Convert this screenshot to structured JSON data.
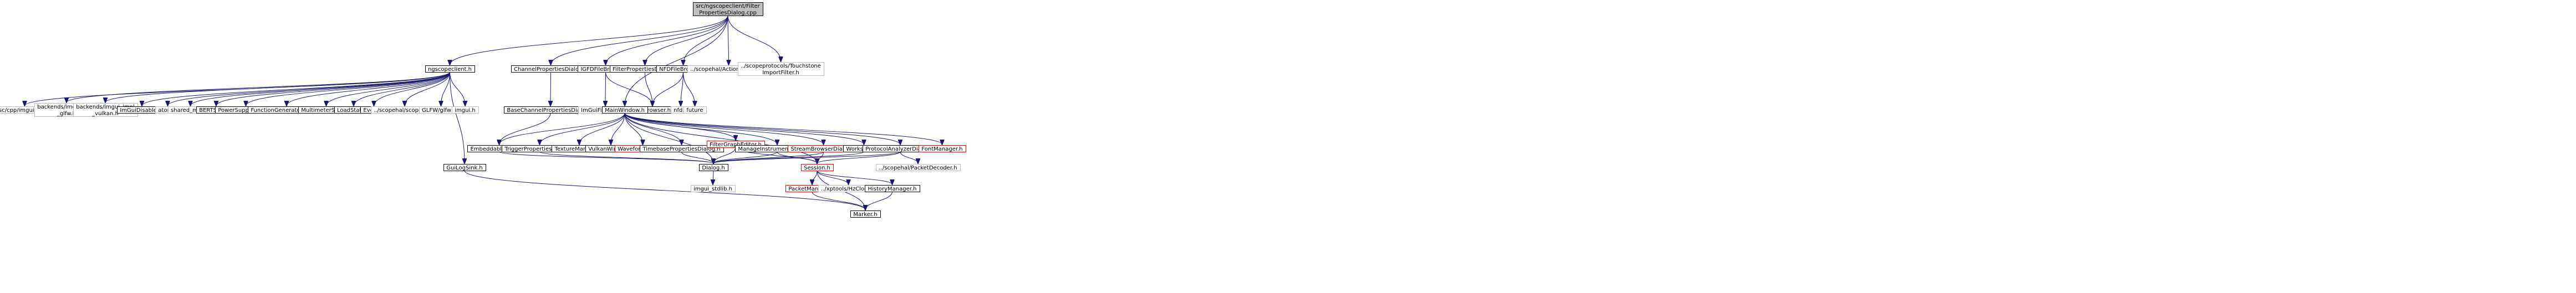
{
  "diagram": {
    "nodes": [
      {
        "id": "root",
        "lines": [
          "src/ngscopeclient/Filter",
          "PropertiesDialog.cpp"
        ],
        "style": "root"
      },
      {
        "id": "ngscopeclient",
        "lines": [
          "ngscopeclient.h"
        ],
        "style": "normal"
      },
      {
        "id": "ChannelPropertiesDialog",
        "lines": [
          "ChannelPropertiesDialog.h"
        ],
        "style": "normal"
      },
      {
        "id": "IGFDFileBrowser",
        "lines": [
          "IGFDFileBrowser.h"
        ],
        "style": "normal"
      },
      {
        "id": "FilterPropertiesDialog",
        "lines": [
          "FilterPropertiesDialog.h"
        ],
        "style": "normal"
      },
      {
        "id": "NFDFileBrowser",
        "lines": [
          "NFDFileBrowser.h"
        ],
        "style": "normal"
      },
      {
        "id": "ActionProvider",
        "lines": [
          "../scopehal/ActionProvider.h"
        ],
        "style": "gray"
      },
      {
        "id": "TouchstoneImportFilter",
        "lines": [
          "../scopeprotocols/Touchstone",
          "ImportFilter.h"
        ],
        "style": "gray"
      },
      {
        "id": "misc_stdlib",
        "lines": [
          "misc/cpp/imgui_stdlib.h"
        ],
        "style": "gray"
      },
      {
        "id": "imgui_impl_glfw",
        "lines": [
          "backends/imgui_impl",
          "_glfw.h"
        ],
        "style": "gray"
      },
      {
        "id": "imgui_impl_vulkan",
        "lines": [
          "backends/imgui_impl",
          "_vulkan.h"
        ],
        "style": "gray"
      },
      {
        "id": "ImGuiDisabler",
        "lines": [
          "ImGuiDisabler.h"
        ],
        "style": "normal"
      },
      {
        "id": "atomic",
        "lines": [
          "atomic"
        ],
        "style": "gray"
      },
      {
        "id": "shared_mutex",
        "lines": [
          "shared_mutex"
        ],
        "style": "gray"
      },
      {
        "id": "BERTState",
        "lines": [
          "BERTState.h"
        ],
        "style": "normal"
      },
      {
        "id": "PowerSupplyState",
        "lines": [
          "PowerSupplyState.h"
        ],
        "style": "normal"
      },
      {
        "id": "FunctionGeneratorState",
        "lines": [
          "FunctionGeneratorState.h"
        ],
        "style": "normal"
      },
      {
        "id": "MultimeterState",
        "lines": [
          "MultimeterState.h"
        ],
        "style": "normal"
      },
      {
        "id": "LoadState",
        "lines": [
          "LoadState.h"
        ],
        "style": "normal"
      },
      {
        "id": "Event",
        "lines": [
          "Event.h"
        ],
        "style": "normal"
      },
      {
        "id": "scopehal",
        "lines": [
          "../scopehal/scopehal.h"
        ],
        "style": "gray"
      },
      {
        "id": "GLFWcgltfw",
        "lines": [
          "GLFW/glfw3.h"
        ],
        "style": "gray"
      },
      {
        "id": "imgui",
        "lines": [
          "imgui.h"
        ],
        "style": "gray"
      },
      {
        "id": "BaseChannelPropertiesDialog",
        "lines": [
          "BaseChannelPropertiesDialog.h"
        ],
        "style": "normal"
      },
      {
        "id": "ImGuiFileDialog",
        "lines": [
          "ImGuiFileDialog.h"
        ],
        "style": "gray"
      },
      {
        "id": "FileBrowser",
        "lines": [
          "FileBrowser.h"
        ],
        "style": "normal"
      },
      {
        "id": "nfd",
        "lines": [
          "nfd.h"
        ],
        "style": "gray"
      },
      {
        "id": "future",
        "lines": [
          "future"
        ],
        "style": "gray"
      },
      {
        "id": "MainWindow",
        "lines": [
          "MainWindow.h"
        ],
        "style": "normal"
      },
      {
        "id": "EmbeddableDialog",
        "lines": [
          "EmbeddableDialog.h"
        ],
        "style": "normal"
      },
      {
        "id": "TriggerPropertiesDialog",
        "lines": [
          "TriggerPropertiesDialog.h"
        ],
        "style": "normal"
      },
      {
        "id": "TextureManager",
        "lines": [
          "TextureManager.h"
        ],
        "style": "normal"
      },
      {
        "id": "VulkanWindow",
        "lines": [
          "VulkanWindow.h"
        ],
        "style": "normal"
      },
      {
        "id": "WaveformGroup",
        "lines": [
          "WaveformGroup.h"
        ],
        "style": "red"
      },
      {
        "id": "TimebasePropertiesDialog",
        "lines": [
          "TimebasePropertiesDialog.h"
        ],
        "style": "normal"
      },
      {
        "id": "FilterGraphEditor",
        "lines": [
          "FilterGraphEditor.h"
        ],
        "style": "red"
      },
      {
        "id": "ManageInstrumentsDialog",
        "lines": [
          "ManageInstrumentsDialog.h"
        ],
        "style": "normal"
      },
      {
        "id": "StreamBrowserDialog",
        "lines": [
          "StreamBrowserDialog.h"
        ],
        "style": "red"
      },
      {
        "id": "Workspace",
        "lines": [
          "Workspace.h"
        ],
        "style": "normal"
      },
      {
        "id": "ProtocolAnalyzerDialog",
        "lines": [
          "ProtocolAnalyzerDialog.h"
        ],
        "style": "normal"
      },
      {
        "id": "FontManager",
        "lines": [
          "FontManager.h"
        ],
        "style": "red"
      },
      {
        "id": "GuiLogSink",
        "lines": [
          "GuiLogSink.h"
        ],
        "style": "normal"
      },
      {
        "id": "Dialog",
        "lines": [
          "Dialog.h"
        ],
        "style": "normal"
      },
      {
        "id": "Session",
        "lines": [
          "Session.h"
        ],
        "style": "red"
      },
      {
        "id": "PacketDecoder",
        "lines": [
          "../scopehal/PacketDecoder.h"
        ],
        "style": "gray"
      },
      {
        "id": "imgui_stdlib",
        "lines": [
          "imgui_stdlib.h"
        ],
        "style": "gray"
      },
      {
        "id": "PacketManager",
        "lines": [
          "PacketManager.h"
        ],
        "style": "red"
      },
      {
        "id": "HzClock",
        "lines": [
          "../xptools/HzClock.h"
        ],
        "style": "gray"
      },
      {
        "id": "HistoryManager",
        "lines": [
          "HistoryManager.h"
        ],
        "style": "normal"
      },
      {
        "id": "Marker",
        "lines": [
          "Marker.h"
        ],
        "style": "normal"
      }
    ],
    "edges": [
      [
        "root",
        "ngscopeclient"
      ],
      [
        "root",
        "ChannelPropertiesDialog"
      ],
      [
        "root",
        "IGFDFileBrowser"
      ],
      [
        "root",
        "FilterPropertiesDialog"
      ],
      [
        "root",
        "NFDFileBrowser"
      ],
      [
        "root",
        "ActionProvider"
      ],
      [
        "root",
        "TouchstoneImportFilter"
      ],
      [
        "root",
        "MainWindow"
      ],
      [
        "ngscopeclient",
        "misc_stdlib"
      ],
      [
        "ngscopeclient",
        "imgui_impl_glfw"
      ],
      [
        "ngscopeclient",
        "imgui_impl_vulkan"
      ],
      [
        "ngscopeclient",
        "ImGuiDisabler"
      ],
      [
        "ngscopeclient",
        "atomic"
      ],
      [
        "ngscopeclient",
        "shared_mutex"
      ],
      [
        "ngscopeclient",
        "BERTState"
      ],
      [
        "ngscopeclient",
        "PowerSupplyState"
      ],
      [
        "ngscopeclient",
        "FunctionGeneratorState"
      ],
      [
        "ngscopeclient",
        "MultimeterState"
      ],
      [
        "ngscopeclient",
        "LoadState"
      ],
      [
        "ngscopeclient",
        "Event"
      ],
      [
        "ngscopeclient",
        "scopehal"
      ],
      [
        "ngscopeclient",
        "GLFWcgltfw"
      ],
      [
        "ngscopeclient",
        "imgui"
      ],
      [
        "ngscopeclient",
        "GuiLogSink"
      ],
      [
        "ChannelPropertiesDialog",
        "BaseChannelPropertiesDialog"
      ],
      [
        "BaseChannelPropertiesDialog",
        "EmbeddableDialog"
      ],
      [
        "IGFDFileBrowser",
        "ImGuiFileDialog"
      ],
      [
        "IGFDFileBrowser",
        "FileBrowser"
      ],
      [
        "FilterPropertiesDialog",
        "FileBrowser"
      ],
      [
        "NFDFileBrowser",
        "FileBrowser"
      ],
      [
        "NFDFileBrowser",
        "nfd"
      ],
      [
        "NFDFileBrowser",
        "future"
      ],
      [
        "MainWindow",
        "EmbeddableDialog"
      ],
      [
        "MainWindow",
        "TriggerPropertiesDialog"
      ],
      [
        "MainWindow",
        "TextureManager"
      ],
      [
        "MainWindow",
        "VulkanWindow"
      ],
      [
        "MainWindow",
        "WaveformGroup"
      ],
      [
        "MainWindow",
        "TimebasePropertiesDialog"
      ],
      [
        "MainWindow",
        "FilterGraphEditor"
      ],
      [
        "MainWindow",
        "ManageInstrumentsDialog"
      ],
      [
        "MainWindow",
        "StreamBrowserDialog"
      ],
      [
        "MainWindow",
        "Workspace"
      ],
      [
        "MainWindow",
        "ProtocolAnalyzerDialog"
      ],
      [
        "MainWindow",
        "FontManager"
      ],
      [
        "MainWindow",
        "Dialog"
      ],
      [
        "MainWindow",
        "Session"
      ],
      [
        "EmbeddableDialog",
        "Dialog"
      ],
      [
        "TriggerPropertiesDialog",
        "Dialog"
      ],
      [
        "TimebasePropertiesDialog",
        "Dialog"
      ],
      [
        "FilterGraphEditor",
        "Dialog"
      ],
      [
        "FilterGraphEditor",
        "Session"
      ],
      [
        "ManageInstrumentsDialog",
        "Dialog"
      ],
      [
        "ManageInstrumentsDialog",
        "Session"
      ],
      [
        "StreamBrowserDialog",
        "Dialog"
      ],
      [
        "StreamBrowserDialog",
        "Session"
      ],
      [
        "Workspace",
        "Dialog"
      ],
      [
        "ProtocolAnalyzerDialog",
        "Dialog"
      ],
      [
        "ProtocolAnalyzerDialog",
        "Session"
      ],
      [
        "ProtocolAnalyzerDialog",
        "PacketDecoder"
      ],
      [
        "GuiLogSink",
        "Marker"
      ],
      [
        "Dialog",
        "imgui_stdlib"
      ],
      [
        "Session",
        "PacketManager"
      ],
      [
        "Session",
        "HzClock"
      ],
      [
        "Session",
        "HistoryManager"
      ],
      [
        "Session",
        "Marker"
      ],
      [
        "PacketManager",
        "Marker"
      ],
      [
        "HistoryManager",
        "Marker"
      ]
    ]
  },
  "colors": {
    "root_fill": "#bfbfbf",
    "node_border": "#000000",
    "gray_border": "#bfbfbf",
    "red_border": "#ff0000",
    "edge": "#191970",
    "text": "#000000"
  }
}
